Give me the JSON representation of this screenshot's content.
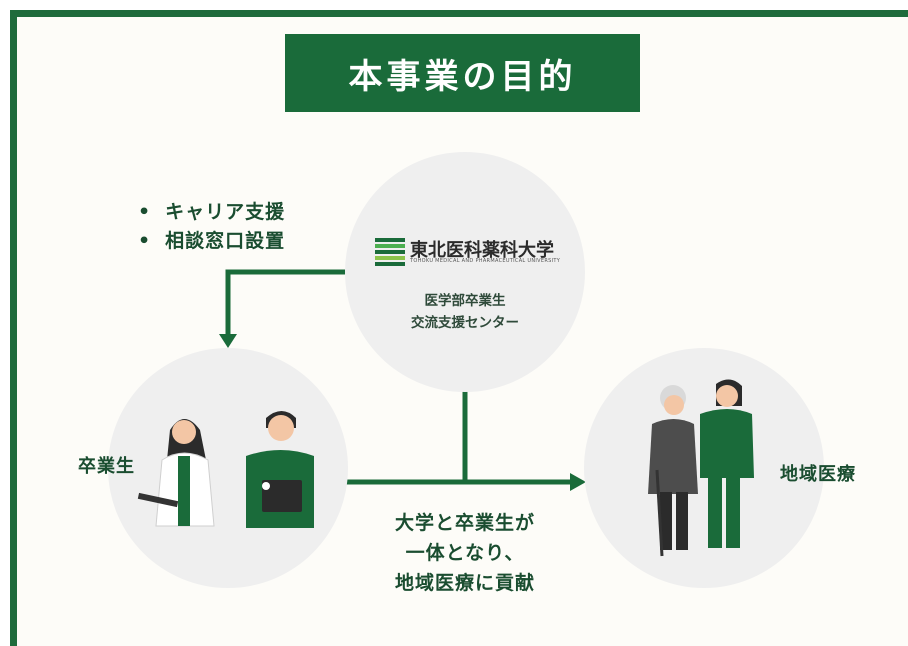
{
  "title": "本事業の目的",
  "support_items": [
    "キャリア支援",
    "相談窓口設置"
  ],
  "center": {
    "logo_name": "東北医科薬科大学",
    "logo_subtitle": "TOHOKU MEDICAL AND PHARMACEUTICAL UNIVERSITY",
    "label_line1": "医学部卒業生",
    "label_line2": "交流支援センター"
  },
  "left_node": {
    "label": "卒業生"
  },
  "right_node": {
    "label": "地域医療"
  },
  "bottom_text": {
    "line1": "大学と卒業生が",
    "line2": "一体となり、",
    "line3": "地域医療に貢献"
  },
  "colors": {
    "accent": "#1a6b3a",
    "circle": "#efefef",
    "text": "#1a4d30"
  }
}
